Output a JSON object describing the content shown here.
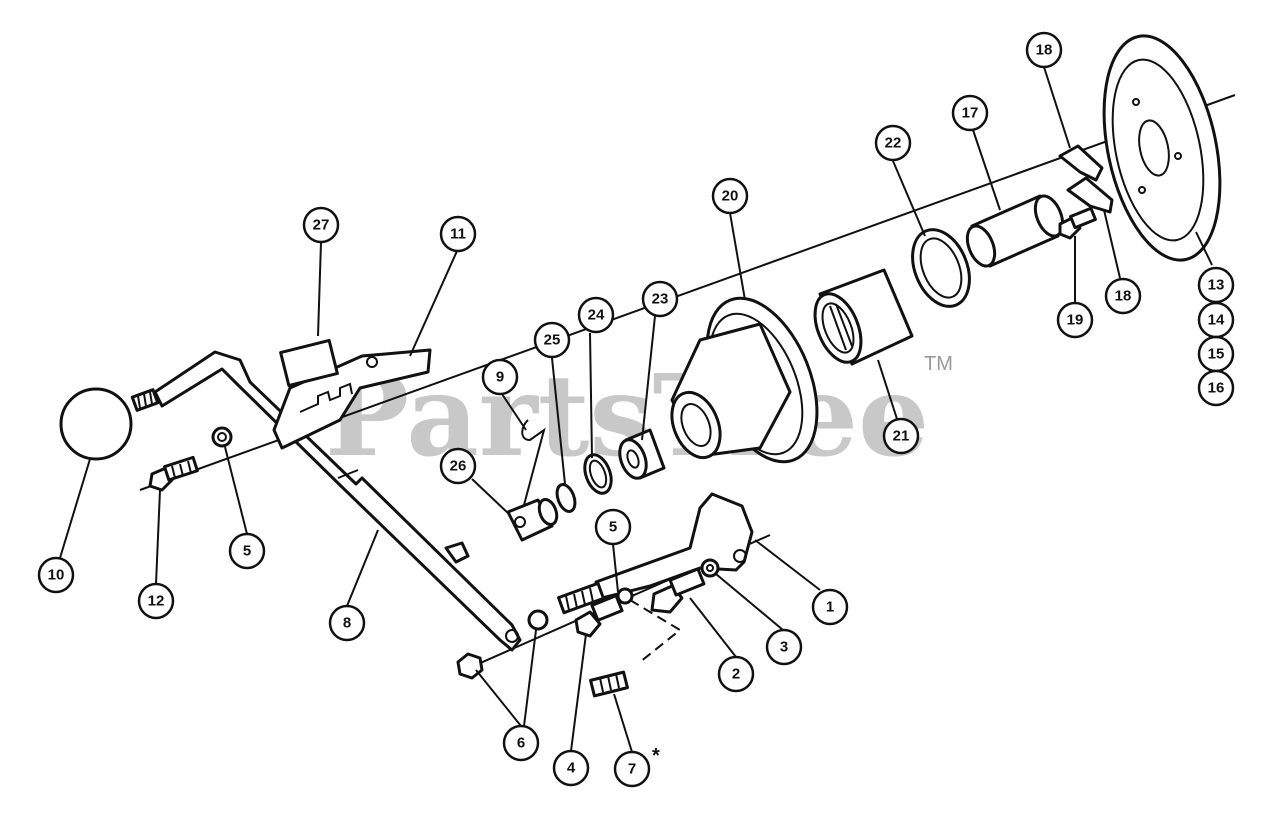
{
  "watermark": {
    "text": "PartsTree",
    "trademark": "TM"
  },
  "footnote_marker": "*",
  "callouts": [
    "1",
    "2",
    "3",
    "4",
    "5",
    "5",
    "6",
    "7",
    "8",
    "9",
    "10",
    "11",
    "12",
    "13",
    "14",
    "15",
    "16",
    "17",
    "18",
    "18",
    "19",
    "20",
    "21",
    "22",
    "23",
    "24",
    "25",
    "26",
    "27"
  ],
  "colors": {
    "ink": "#111111",
    "watermark": "#9a9a9a",
    "background": "#ffffff"
  }
}
